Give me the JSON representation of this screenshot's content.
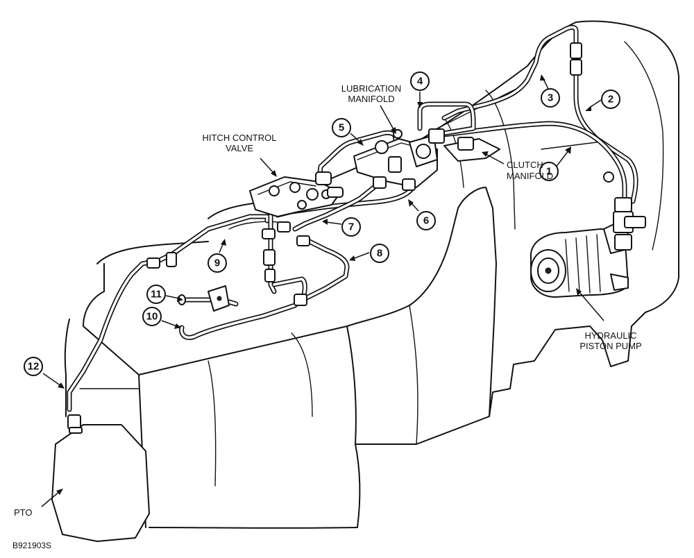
{
  "callouts": [
    {
      "id": "1",
      "label": "1"
    },
    {
      "id": "2",
      "label": "2"
    },
    {
      "id": "3",
      "label": "3"
    },
    {
      "id": "4",
      "label": "4"
    },
    {
      "id": "5",
      "label": "5"
    },
    {
      "id": "6",
      "label": "6"
    },
    {
      "id": "7",
      "label": "7"
    },
    {
      "id": "8",
      "label": "8"
    },
    {
      "id": "9",
      "label": "9"
    },
    {
      "id": "10",
      "label": "10"
    },
    {
      "id": "11",
      "label": "11"
    },
    {
      "id": "12",
      "label": "12"
    }
  ],
  "labels": {
    "lubrication_manifold_line1": "LUBRICATION",
    "lubrication_manifold_line2": "MANIFOLD",
    "hitch_control_valve_line1": "HITCH CONTROL",
    "hitch_control_valve_line2": "VALVE",
    "clutch_manifold_line1": "CLUTCH",
    "clutch_manifold_line2": "MANIFOLD",
    "hydraulic_piston_pump_line1": "HYDRAULIC",
    "hydraulic_piston_pump_line2": "PISTON PUMP",
    "pto": "PTO",
    "figure_id": "B921903S"
  }
}
